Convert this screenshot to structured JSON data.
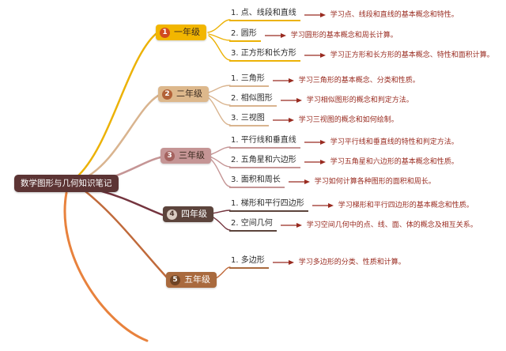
{
  "root": {
    "label": "数学图形与几何知识笔记"
  },
  "colors": {
    "root_bg": "#5c3434",
    "description_text": "#992b20",
    "branch_palette": [
      "#f2b600",
      "#ddb88c",
      "#c59595",
      "#5c443c",
      "#a96a3e"
    ],
    "decorative_curve": "#e8823d"
  },
  "branches": [
    {
      "num": "1",
      "label": "一年级",
      "color": "#f2b600",
      "children": [
        {
          "title": "1. 点、线段和直线",
          "desc": "学习点、线段和直线的基本概念和特性。"
        },
        {
          "title": "2. 圆形",
          "desc": "学习圆形的基本概念和周长计算。"
        },
        {
          "title": "3. 正方形和长方形",
          "desc": "学习正方形和长方形的基本概念、特性和面积计算。"
        }
      ]
    },
    {
      "num": "2",
      "label": "二年级",
      "color": "#ddb88c",
      "children": [
        {
          "title": "1. 三角形",
          "desc": "学习三角形的基本概念、分类和性质。"
        },
        {
          "title": "2. 相似图形",
          "desc": "学习相似图形的概念和判定方法。"
        },
        {
          "title": "3. 三视图",
          "desc": "学习三视图的概念和如何绘制。"
        }
      ]
    },
    {
      "num": "3",
      "label": "三年级",
      "color": "#c59595",
      "children": [
        {
          "title": "1. 平行线和垂直线",
          "desc": "学习平行线和垂直线的特性和判定方法。"
        },
        {
          "title": "2. 五角星和六边形",
          "desc": "学习五角星和六边形的基本概念和性质。"
        },
        {
          "title": "3. 面积和周长",
          "desc": "学习如何计算各种图形的面积和周长。"
        }
      ]
    },
    {
      "num": "4",
      "label": "四年级",
      "color": "#5c443c",
      "children": [
        {
          "title": "1. 梯形和平行四边形",
          "desc": "学习梯形和平行四边形的基本概念和性质。"
        },
        {
          "title": "2. 空间几何",
          "desc": "学习空间几何中的点、线、面、体的概念及相互关系。"
        }
      ]
    },
    {
      "num": "5",
      "label": "五年级",
      "color": "#a96a3e",
      "children": [
        {
          "title": "1. 多边形",
          "desc": "学习多边形的分类、性质和计算。"
        }
      ]
    }
  ]
}
